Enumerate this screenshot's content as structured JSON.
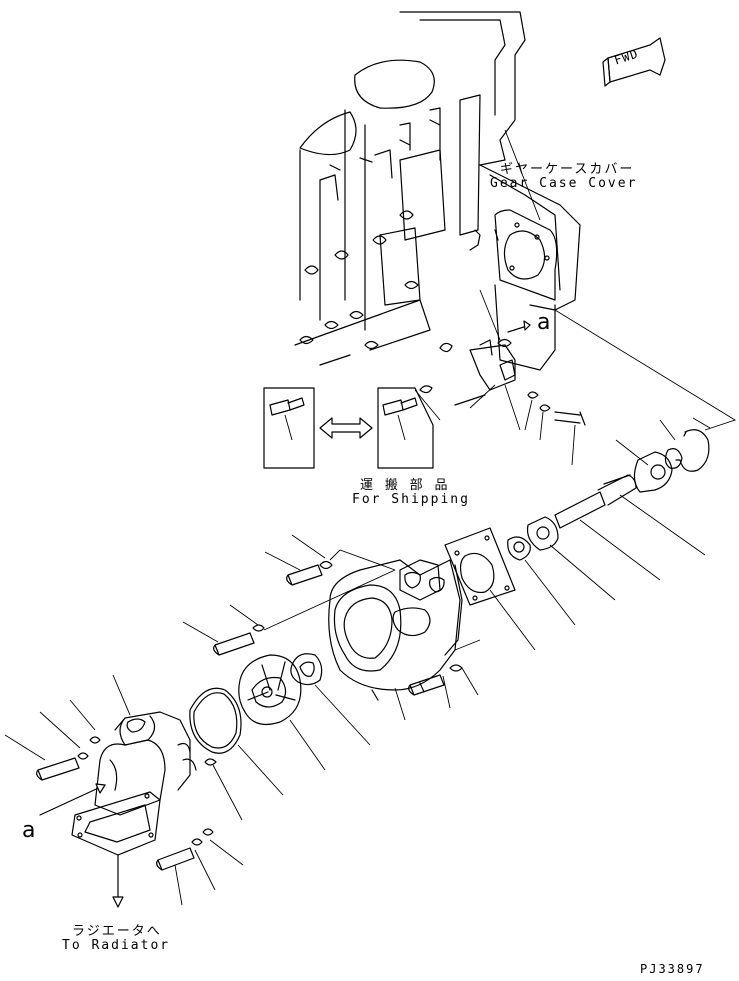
{
  "labels": {
    "fwd": "FWD",
    "gear_case_cover_jp": "ギヤーケースカバー",
    "gear_case_cover_en": "Gear Case Cover",
    "for_shipping_jp": "運 搬 部 品",
    "for_shipping_en": "For Shipping",
    "radiator_jp": "ラジエータへ",
    "radiator_en": "To Radiator",
    "ref_a_top": "a",
    "ref_a_left": "a",
    "drawing_number": "PJ33897"
  }
}
